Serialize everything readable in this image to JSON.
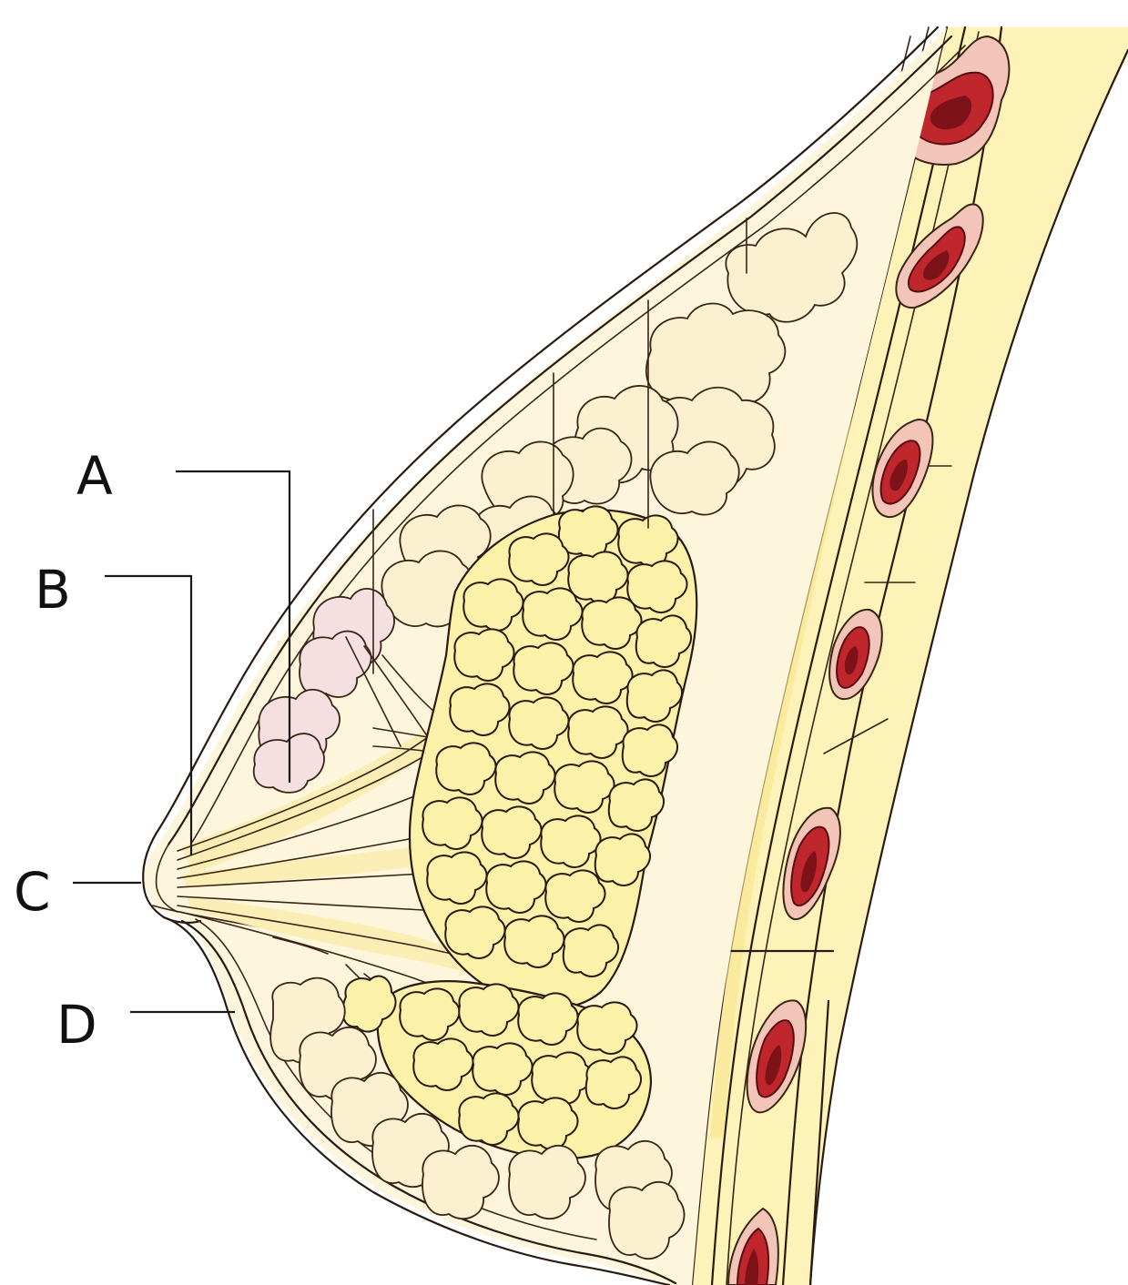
{
  "labels": {
    "a": "A",
    "b": "B",
    "c": "C",
    "d": "D"
  },
  "colors": {
    "skin_fill": "#fdf6dc",
    "gland_fill": "#fbf1a9",
    "fat_lobule_fill": "#fbf0cf",
    "pink_lobule_fill": "#f6dfe0",
    "muscle_fill": "#fdf3b8",
    "rib_red": "#c0272d",
    "rib_dark": "#7d1318",
    "line_color": "#2a1a10"
  },
  "icons": {
    "diagram": "breast-sagittal-section"
  }
}
